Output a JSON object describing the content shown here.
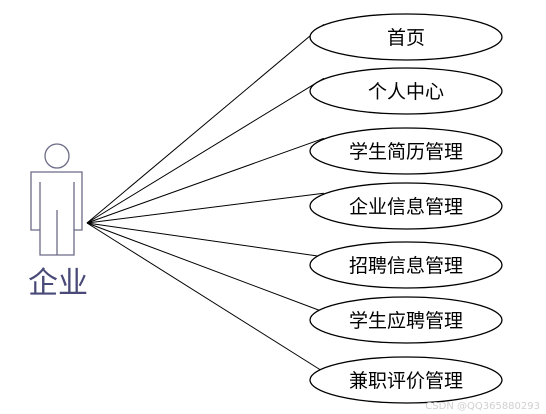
{
  "actor": {
    "label": "企业"
  },
  "use_cases": [
    {
      "label": "首页"
    },
    {
      "label": "个人中心"
    },
    {
      "label": "学生简历管理"
    },
    {
      "label": "企业信息管理"
    },
    {
      "label": "招聘信息管理"
    },
    {
      "label": "学生应聘管理"
    },
    {
      "label": "兼职评价管理"
    }
  ],
  "watermark": "CSDN @QQ365880293"
}
